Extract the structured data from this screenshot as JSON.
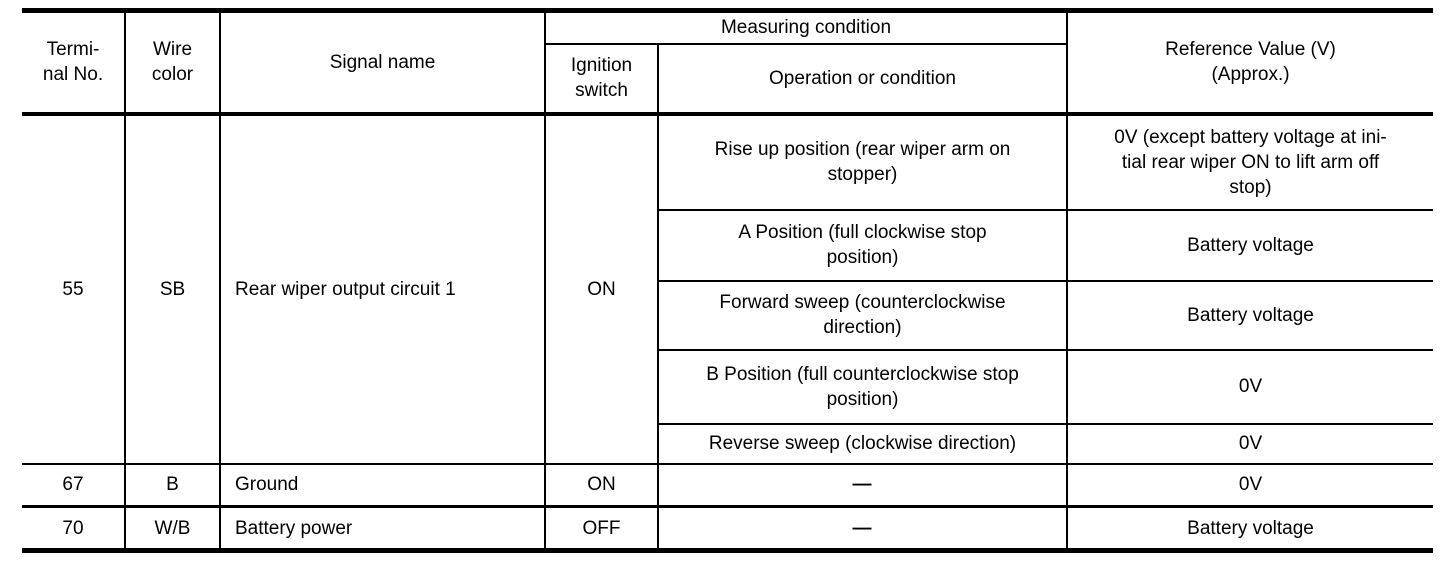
{
  "colors": {
    "border": "#000000",
    "text": "#000000",
    "background": "#ffffff"
  },
  "table": {
    "header": {
      "terminal_no": "Termi-\nnal No.",
      "wire_color": "Wire\ncolor",
      "signal_name": "Signal name",
      "measuring_condition": "Measuring condition",
      "ignition_switch": "Ignition\nswitch",
      "operation_or_condition": "Operation or condition",
      "reference_value": "Reference Value (V)\n(Approx.)"
    },
    "rows": [
      {
        "terminal": "55",
        "wire_color": "SB",
        "signal_name": "Rear wiper output circuit 1",
        "ignition_switch": "ON",
        "conditions": [
          {
            "operation": "Rise up position (rear wiper arm on\nstopper)",
            "reference": "0V (except battery voltage at ini-\ntial rear wiper ON to lift arm off\nstop)"
          },
          {
            "operation": "A Position (full clockwise stop\nposition)",
            "reference": "Battery voltage"
          },
          {
            "operation": "Forward sweep (counterclockwise\ndirection)",
            "reference": "Battery voltage"
          },
          {
            "operation": "B Position (full counterclockwise stop\nposition)",
            "reference": "0V"
          },
          {
            "operation": "Reverse sweep (clockwise direction)",
            "reference": "0V"
          }
        ]
      },
      {
        "terminal": "67",
        "wire_color": "B",
        "signal_name": "Ground",
        "ignition_switch": "ON",
        "conditions": [
          {
            "operation": "—",
            "reference": "0V"
          }
        ]
      },
      {
        "terminal": "70",
        "wire_color": "W/B",
        "signal_name": "Battery power",
        "ignition_switch": "OFF",
        "conditions": [
          {
            "operation": "—",
            "reference": "Battery voltage"
          }
        ]
      }
    ]
  }
}
